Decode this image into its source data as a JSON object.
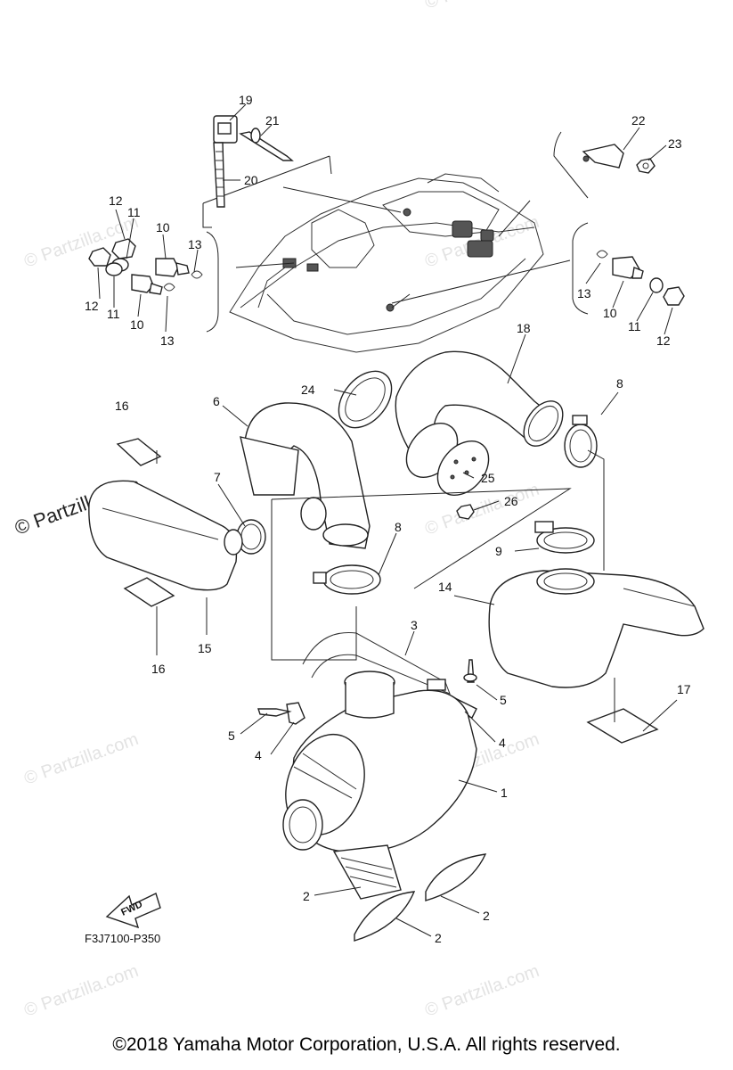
{
  "watermark": {
    "small": "© Partzilla.com",
    "large": "© Partzilla.com"
  },
  "diagram_code": "F3J7100-P350",
  "fwd_label": "FWD",
  "copyright": "©2018  Yamaha Motor Corporation, U.S.A. All rights reserved.",
  "callouts": [
    {
      "id": "c19a",
      "text": "19"
    },
    {
      "id": "c21a",
      "text": "21"
    },
    {
      "id": "c20a",
      "text": "20"
    },
    {
      "id": "c22a",
      "text": "22"
    },
    {
      "id": "c23a",
      "text": "23"
    },
    {
      "id": "c12a",
      "text": "12"
    },
    {
      "id": "c11a",
      "text": "11"
    },
    {
      "id": "c10a",
      "text": "10"
    },
    {
      "id": "c13a",
      "text": "13"
    },
    {
      "id": "c12b",
      "text": "12"
    },
    {
      "id": "c11b",
      "text": "11"
    },
    {
      "id": "c10b",
      "text": "10"
    },
    {
      "id": "c13b",
      "text": "13"
    },
    {
      "id": "c13c",
      "text": "13"
    },
    {
      "id": "c10c",
      "text": "10"
    },
    {
      "id": "c11c",
      "text": "11"
    },
    {
      "id": "c12c",
      "text": "12"
    },
    {
      "id": "c18",
      "text": "18"
    },
    {
      "id": "c24",
      "text": "24"
    },
    {
      "id": "c6",
      "text": "6"
    },
    {
      "id": "c16a",
      "text": "16"
    },
    {
      "id": "c8a",
      "text": "8"
    },
    {
      "id": "c7",
      "text": "7"
    },
    {
      "id": "c25",
      "text": "25"
    },
    {
      "id": "c26",
      "text": "26"
    },
    {
      "id": "c8b",
      "text": "8"
    },
    {
      "id": "c9",
      "text": "9"
    },
    {
      "id": "c14",
      "text": "14"
    },
    {
      "id": "c15",
      "text": "15"
    },
    {
      "id": "c16b",
      "text": "16"
    },
    {
      "id": "c3",
      "text": "3"
    },
    {
      "id": "c5a",
      "text": "5"
    },
    {
      "id": "c5b",
      "text": "5"
    },
    {
      "id": "c4a",
      "text": "4"
    },
    {
      "id": "c4b",
      "text": "4"
    },
    {
      "id": "c17",
      "text": "17"
    },
    {
      "id": "c1",
      "text": "1"
    },
    {
      "id": "c2a",
      "text": "2"
    },
    {
      "id": "c2b",
      "text": "2"
    },
    {
      "id": "c2c",
      "text": "2"
    }
  ]
}
